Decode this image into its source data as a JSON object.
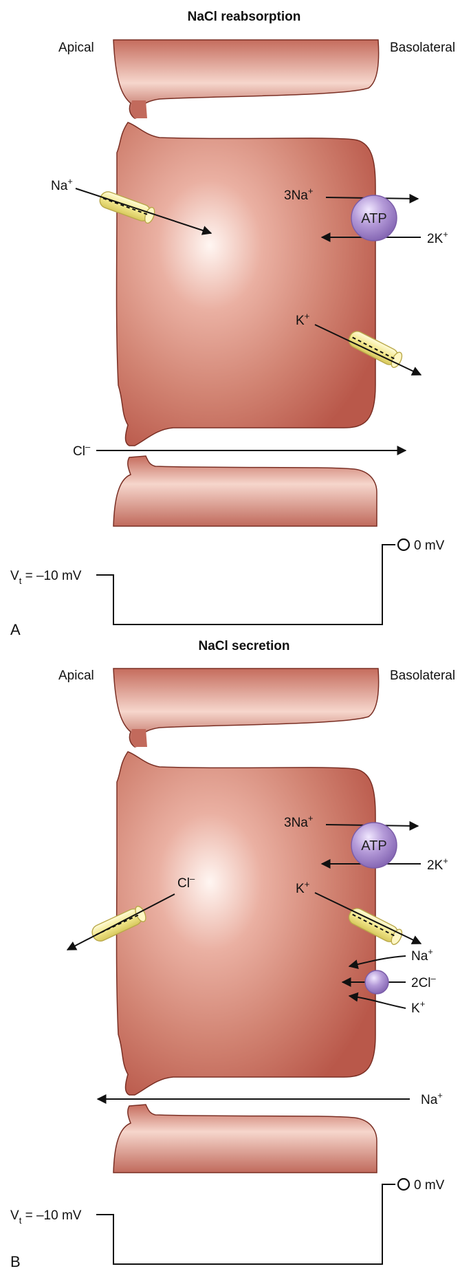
{
  "panels": [
    {
      "title": "NaCl reabsorption",
      "apical": "Apical",
      "basolateral": "Basolateral",
      "letter": "A",
      "labels": {
        "na_in": "Na",
        "na_in_sup": "+",
        "pump_na": "3Na",
        "pump_na_sup": "+",
        "pump_k": "2K",
        "pump_k_sup": "+",
        "atp": "ATP",
        "k_out": "K",
        "k_out_sup": "+",
        "cl_para": "Cl",
        "cl_para_sup": "–"
      },
      "voltage": {
        "left_main": "V",
        "left_sub": "t",
        "left_value": " = –10 mV",
        "right": "0 mV"
      }
    },
    {
      "title": "NaCl secretion",
      "apical": "Apical",
      "basolateral": "Basolateral",
      "letter": "B",
      "labels": {
        "cl_out": "Cl",
        "cl_out_sup": "–",
        "pump_na": "3Na",
        "pump_na_sup": "+",
        "pump_k": "2K",
        "pump_k_sup": "+",
        "atp": "ATP",
        "k_out": "K",
        "k_out_sup": "+",
        "nkcc_na": "Na",
        "nkcc_na_sup": "+",
        "nkcc_cl": "2Cl",
        "nkcc_cl_sup": "–",
        "nkcc_k": "K",
        "nkcc_k_sup": "+",
        "na_para": "Na",
        "na_para_sup": "+"
      },
      "voltage": {
        "left_main": "V",
        "left_sub": "t",
        "left_value": " = –10 mV",
        "right": "0 mV"
      }
    }
  ],
  "colors": {
    "cell_fill": "#c9766a",
    "cell_edge": "#a44d3f",
    "cell_highlight": "#fbeae4",
    "channel": "#f6ec9a",
    "pump": "#a890cc",
    "line": "#111111"
  },
  "icons": {
    "channel": "ion-channel-icon",
    "pump": "atp-pump-icon",
    "cotransporter": "cotransporter-icon"
  }
}
